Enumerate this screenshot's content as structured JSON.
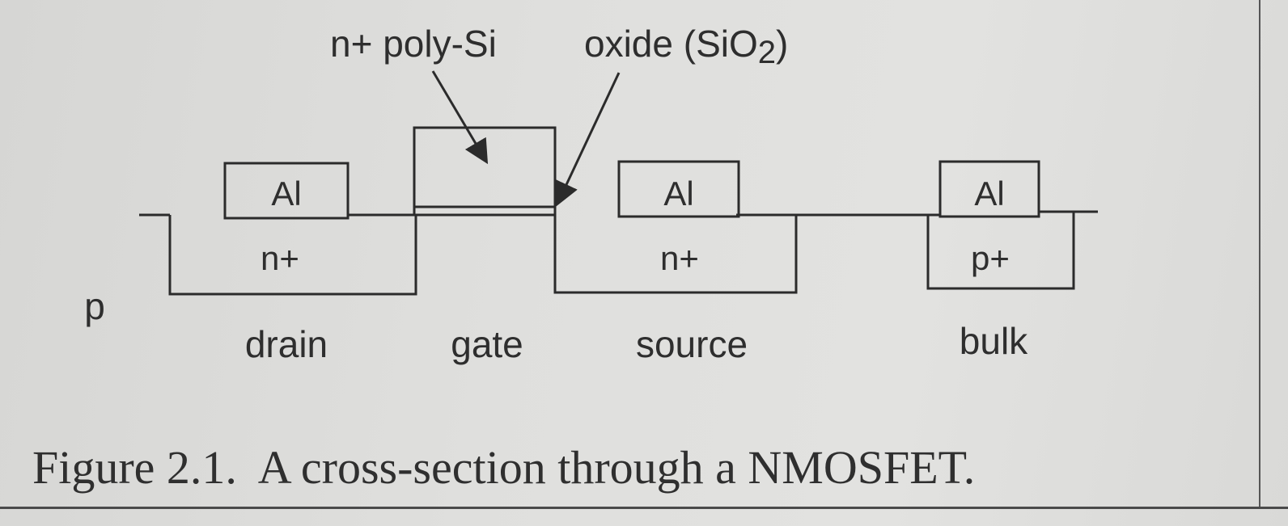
{
  "callouts": {
    "poly": "n+ poly-Si",
    "oxide_prefix": "oxide (SiO",
    "oxide_sub": "2",
    "oxide_suffix": ")"
  },
  "contacts": {
    "drain": "Al",
    "source": "Al",
    "bulk": "Al"
  },
  "regions": {
    "drain": "n+",
    "source": "n+",
    "bulk": "p+",
    "substrate": "p"
  },
  "terminals": {
    "drain": "drain",
    "gate": "gate",
    "source": "source",
    "bulk": "bulk"
  },
  "caption": "Figure 2.1.  A cross-section through a NMOSFET."
}
